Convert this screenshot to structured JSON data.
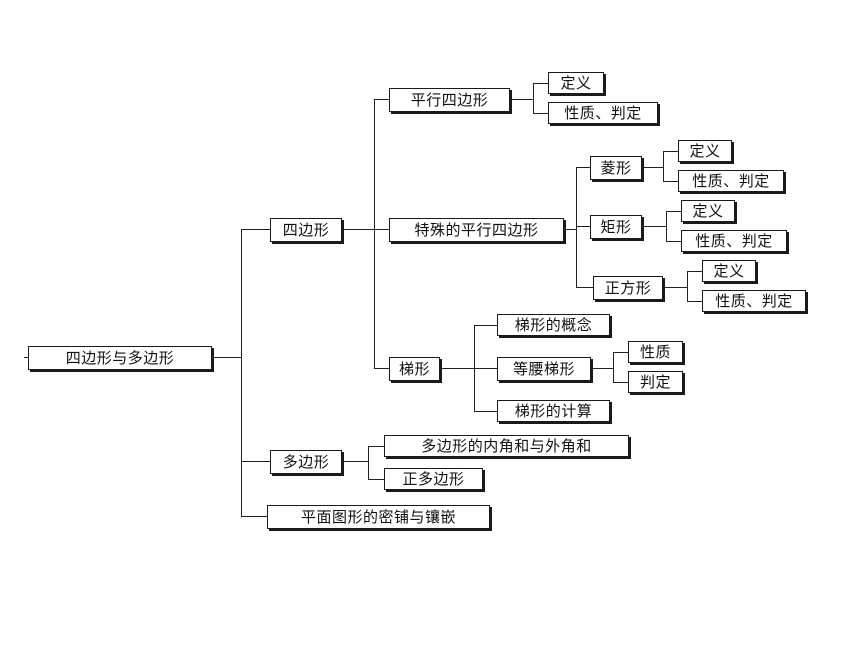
{
  "root": "四边形与多边形",
  "quadrilateral": {
    "label": "四边形",
    "parallelogram": {
      "label": "平行四边形",
      "children": [
        "定义",
        "性质、判定"
      ]
    },
    "special_parallelogram": {
      "label": "特殊的平行四边形",
      "rhombus": {
        "label": "菱形",
        "children": [
          "定义",
          "性质、判定"
        ]
      },
      "rectangle": {
        "label": "矩形",
        "children": [
          "定义",
          "性质、判定"
        ]
      },
      "square": {
        "label": "正方形",
        "children": [
          "定义",
          "性质、判定"
        ]
      }
    },
    "trapezoid": {
      "label": "梯形",
      "concept": "梯形的概念",
      "isosceles": {
        "label": "等腰梯形",
        "children": [
          "性质",
          "判定"
        ]
      },
      "calculation": "梯形的计算"
    }
  },
  "polygon": {
    "label": "多边形",
    "children": [
      "多边形的内角和与外角和",
      "正多边形"
    ]
  },
  "tessellation": "平面图形的密铺与镶嵌"
}
